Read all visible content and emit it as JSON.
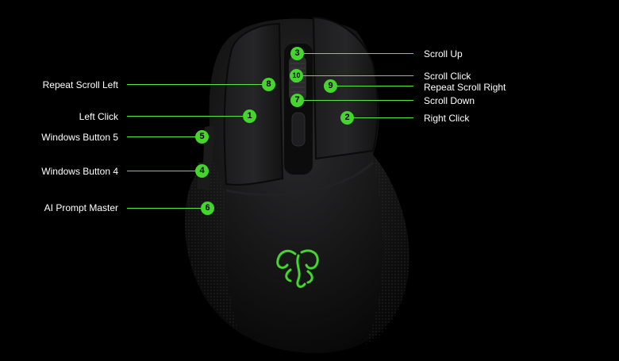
{
  "colors": {
    "accent": "#44d62c",
    "background": "#000000",
    "text": "#ffffff"
  },
  "callouts": [
    {
      "id": "scroll-up",
      "number": "3",
      "label": "Scroll Up"
    },
    {
      "id": "scroll-click",
      "number": "10",
      "label": "Scroll Click"
    },
    {
      "id": "repeat-scroll-right",
      "number": "9",
      "label": "Repeat Scroll Right"
    },
    {
      "id": "scroll-down",
      "number": "7",
      "label": "Scroll Down"
    },
    {
      "id": "right-click",
      "number": "2",
      "label": "Right Click"
    },
    {
      "id": "repeat-scroll-left",
      "number": "8",
      "label": "Repeat Scroll Left"
    },
    {
      "id": "left-click",
      "number": "1",
      "label": "Left Click"
    },
    {
      "id": "windows-button-5",
      "number": "5",
      "label": "Windows Button 5"
    },
    {
      "id": "windows-button-4",
      "number": "4",
      "label": "Windows Button 4"
    },
    {
      "id": "ai-prompt-master",
      "number": "6",
      "label": "AI Prompt Master"
    }
  ]
}
